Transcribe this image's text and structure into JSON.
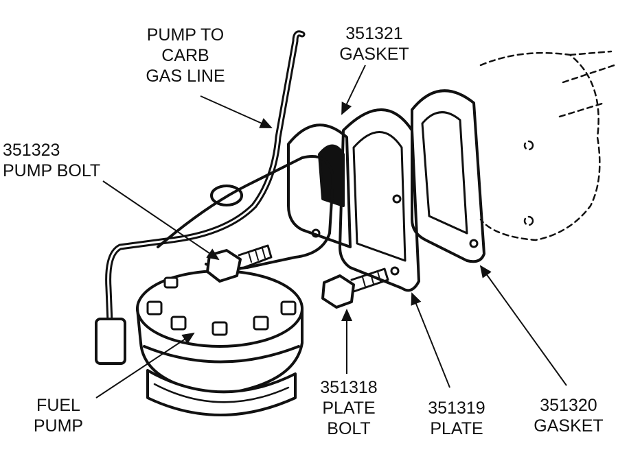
{
  "labels": {
    "gas_line": {
      "lines": [
        "PUMP TO",
        "CARB",
        "GAS LINE"
      ]
    },
    "gasket_321": {
      "lines": [
        "351321",
        "GASKET"
      ]
    },
    "pump_bolt": {
      "lines": [
        "351323",
        "PUMP BOLT"
      ]
    },
    "fuel_pump": {
      "lines": [
        "FUEL",
        "PUMP"
      ]
    },
    "plate_bolt": {
      "lines": [
        "351318",
        "PLATE",
        "BOLT"
      ]
    },
    "plate": {
      "lines": [
        "351319",
        "PLATE"
      ]
    },
    "gasket_320": {
      "lines": [
        "351320",
        "GASKET"
      ]
    }
  }
}
